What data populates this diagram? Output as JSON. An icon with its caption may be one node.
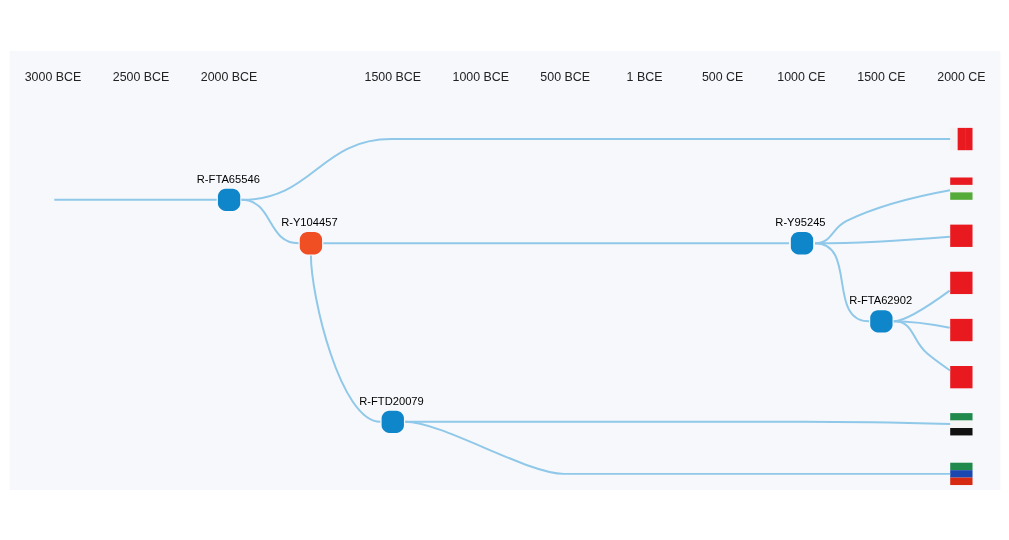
{
  "diagram": {
    "nodes": [
      {
        "text": [
          "R-FTA65546"
        ]
      },
      {
        "text": [],
        "shape": "flag"
      },
      {
        "text": [
          "R-Y104457"
        ]
      },
      {
        "text": [
          "R-Y95245"
        ]
      },
      {
        "text": [],
        "shape": "flag"
      },
      {
        "text": [],
        "shape": "flag"
      },
      {
        "text": [
          "R-FTA62902"
        ]
      },
      {
        "text": [],
        "shape": "flag"
      },
      {
        "text": [],
        "shape": "flag"
      },
      {
        "text": [],
        "shape": "flag"
      },
      {
        "text": [
          "R-FTD20079"
        ]
      },
      {
        "text": [],
        "shape": "flag"
      },
      {
        "text": [],
        "shape": "flag"
      }
    ],
    "edges": [
      {
        "from": null,
        "to": 0,
        "arrow": "none"
      },
      {
        "from": 0,
        "to": 1,
        "arrow": "none"
      },
      {
        "from": 0,
        "to": 2,
        "arrow": "none"
      },
      {
        "from": 2,
        "to": 3,
        "arrow": "none"
      },
      {
        "from": 2,
        "to": 10,
        "arrow": "none"
      },
      {
        "from": 3,
        "to": 4,
        "arrow": "none"
      },
      {
        "from": 3,
        "to": 5,
        "arrow": "none"
      },
      {
        "from": 3,
        "to": 6,
        "arrow": "none"
      },
      {
        "from": 6,
        "to": 7,
        "arrow": "none"
      },
      {
        "from": 6,
        "to": 8,
        "arrow": "none"
      },
      {
        "from": 6,
        "to": 9,
        "arrow": "none"
      },
      {
        "from": 10,
        "to": 11,
        "arrow": "none"
      },
      {
        "from": 10,
        "to": 12,
        "arrow": "none"
      }
    ],
    "labels": [
      "3000 BCE",
      "2500 BCE",
      "2000 BCE",
      "1500 BCE",
      "1000 BCE",
      "500 BCE",
      "1 BCE",
      "500 CE",
      "1000 CE",
      "1500 CE",
      "2000 CE"
    ]
  }
}
